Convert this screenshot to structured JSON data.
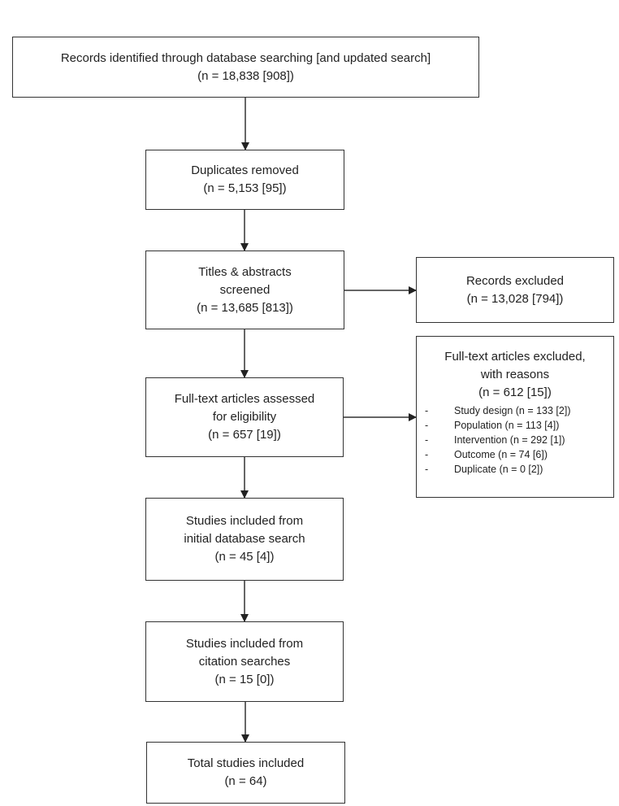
{
  "boxes": {
    "identified": {
      "line1": "Records identified through database searching [and updated search]",
      "line2": "(n = 18,838 [908])"
    },
    "duplicates": {
      "line1": "Duplicates removed",
      "line2": "(n = 5,153 [95])"
    },
    "screened": {
      "line1": "Titles & abstracts",
      "line2": "screened",
      "line3": "(n = 13,685 [813])"
    },
    "records_excluded": {
      "line1": "Records excluded",
      "line2": "(n = 13,028 [794])"
    },
    "fulltext_assessed": {
      "line1": "Full-text articles assessed",
      "line2": "for eligibility",
      "line3": "(n = 657 [19])"
    },
    "fulltext_excluded": {
      "line1": "Full-text articles excluded,",
      "line2": "with reasons",
      "line3": "(n = 612 [15])",
      "reasons": [
        {
          "bullet": "-",
          "text": "Study design (n = 133 [2])"
        },
        {
          "bullet": "-",
          "text": "Population (n = 113 [4])"
        },
        {
          "bullet": "-",
          "text": "Intervention (n = 292 [1])"
        },
        {
          "bullet": "-",
          "text": "Outcome (n = 74 [6])"
        },
        {
          "bullet": "-",
          "text": "Duplicate (n = 0 [2])"
        }
      ]
    },
    "included_initial": {
      "line1": "Studies included from",
      "line2": "initial database search",
      "line3": "(n = 45 [4])"
    },
    "included_citation": {
      "line1": "Studies included from",
      "line2": "citation searches",
      "line3": "(n = 15 [0])"
    },
    "total": {
      "line1": "Total studies included",
      "line2": "(n = 64)"
    }
  }
}
